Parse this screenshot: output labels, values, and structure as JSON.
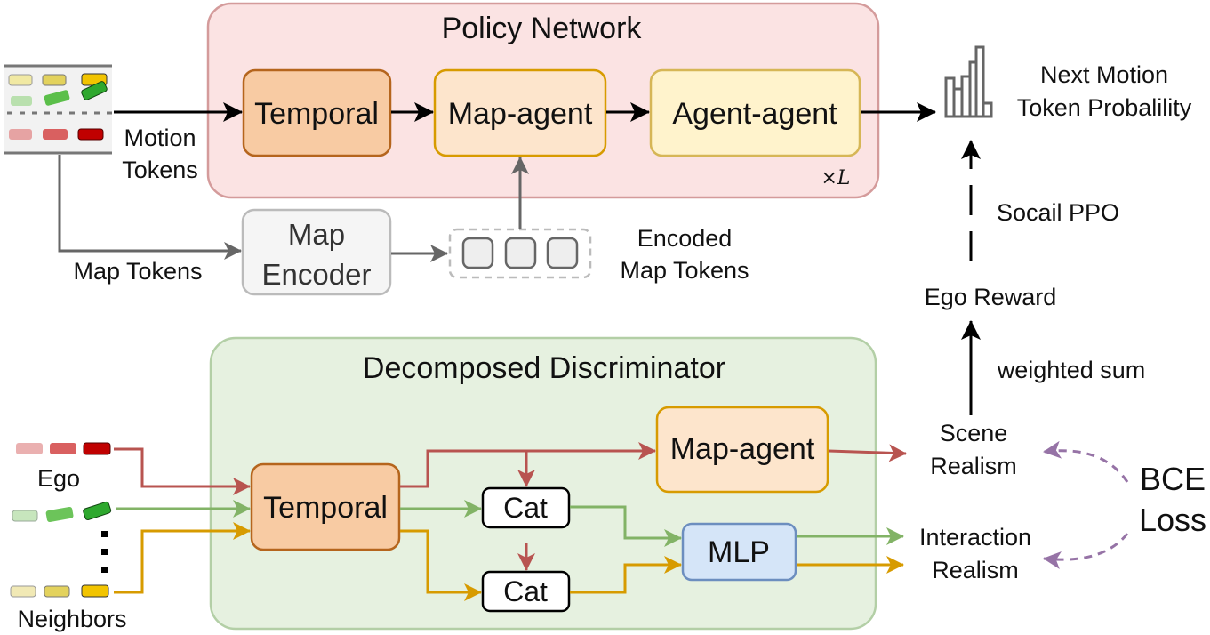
{
  "policy": {
    "title": "Policy Network",
    "temporal": "Temporal",
    "map_agent": "Map-agent",
    "agent_agent": "Agent-agent",
    "repeat": "×L"
  },
  "inputs": {
    "motion_tokens": [
      "Motion",
      "Tokens"
    ],
    "map_tokens": "Map Tokens"
  },
  "map_encoder": [
    "Map",
    "Encoder"
  ],
  "encoded_map_tokens": [
    "Encoded",
    "Map Tokens"
  ],
  "output": {
    "next_motion": [
      "Next Motion",
      "Token Probalility"
    ],
    "social_ppo": "Socail PPO",
    "ego_reward": "Ego Reward",
    "weighted_sum": "weighted sum"
  },
  "discriminator": {
    "title": "Decomposed Discriminator",
    "temporal": "Temporal",
    "map_agent": "Map-agent",
    "cat_top": "Cat",
    "cat_bottom": "Cat",
    "mlp": "MLP"
  },
  "agents": {
    "ego": "Ego",
    "neighbors": "Neighbors"
  },
  "realism": {
    "scene": [
      "Scene",
      "Realism"
    ],
    "interaction": [
      "Interaction",
      "Realism"
    ]
  },
  "loss": [
    "BCE",
    "Loss"
  ],
  "colors": {
    "policy_bg": "#fbe3e3",
    "policy_border": "#d49b9b",
    "disc_bg": "#e6f1e0",
    "disc_border": "#b3cfa6",
    "temporal_fill": "#f8cba3",
    "temporal_border": "#b5651d",
    "mapagent_fill": "#fde5cc",
    "mapagent_border": "#d79b00",
    "agentagent_fill": "#fff3cc",
    "agentagent_border": "#d6b656",
    "mlp_fill": "#d5e5f8",
    "mlp_border": "#6c8ebf",
    "red_arrow": "#b85450",
    "green_arrow": "#82b366",
    "orange_arrow": "#d79b00",
    "purple_arrow": "#9673a6",
    "gray_arrow": "#666666"
  }
}
